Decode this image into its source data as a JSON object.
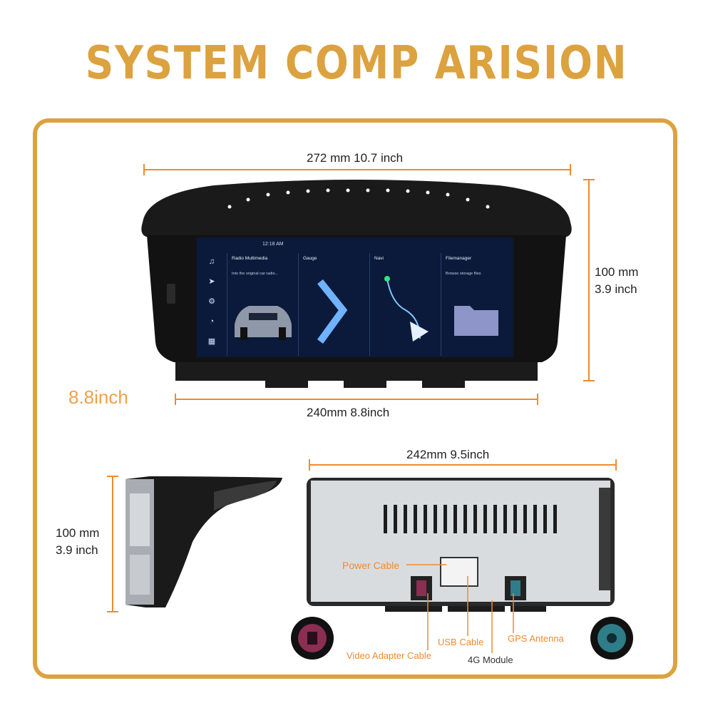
{
  "title": "SYSTEM COMP ARISION",
  "dimensions": {
    "top_width": "272 mm 10.7 inch",
    "height_mm": "100 mm",
    "height_inch": "3.9 inch",
    "bottom_width": "240mm 8.8inch",
    "rear_width": "242mm 9.5inch",
    "side_height_mm": "100 mm",
    "side_height_inch": "3.9 inch"
  },
  "size_label": "8.8inch",
  "screen": {
    "time": "12:18 AM",
    "cards": [
      {
        "title": "Radio Multimedia",
        "subtitle": "Into the original car radio..."
      },
      {
        "title": "Gauge",
        "subtitle": ""
      },
      {
        "title": "Navi",
        "subtitle": ""
      },
      {
        "title": "Filemanager",
        "subtitle": "Browse storage files"
      }
    ]
  },
  "connectors": {
    "power": "Power Cable",
    "usb": "USB Cable",
    "gps": "GPS Antenna",
    "video": "Video Adapter Cable",
    "module_4g": "4G Module"
  },
  "colors": {
    "accent": "#dca23f",
    "dimension_line": "#f08a2e",
    "fakra_pink": "#8a2e52",
    "fakra_teal": "#2e7d88"
  }
}
